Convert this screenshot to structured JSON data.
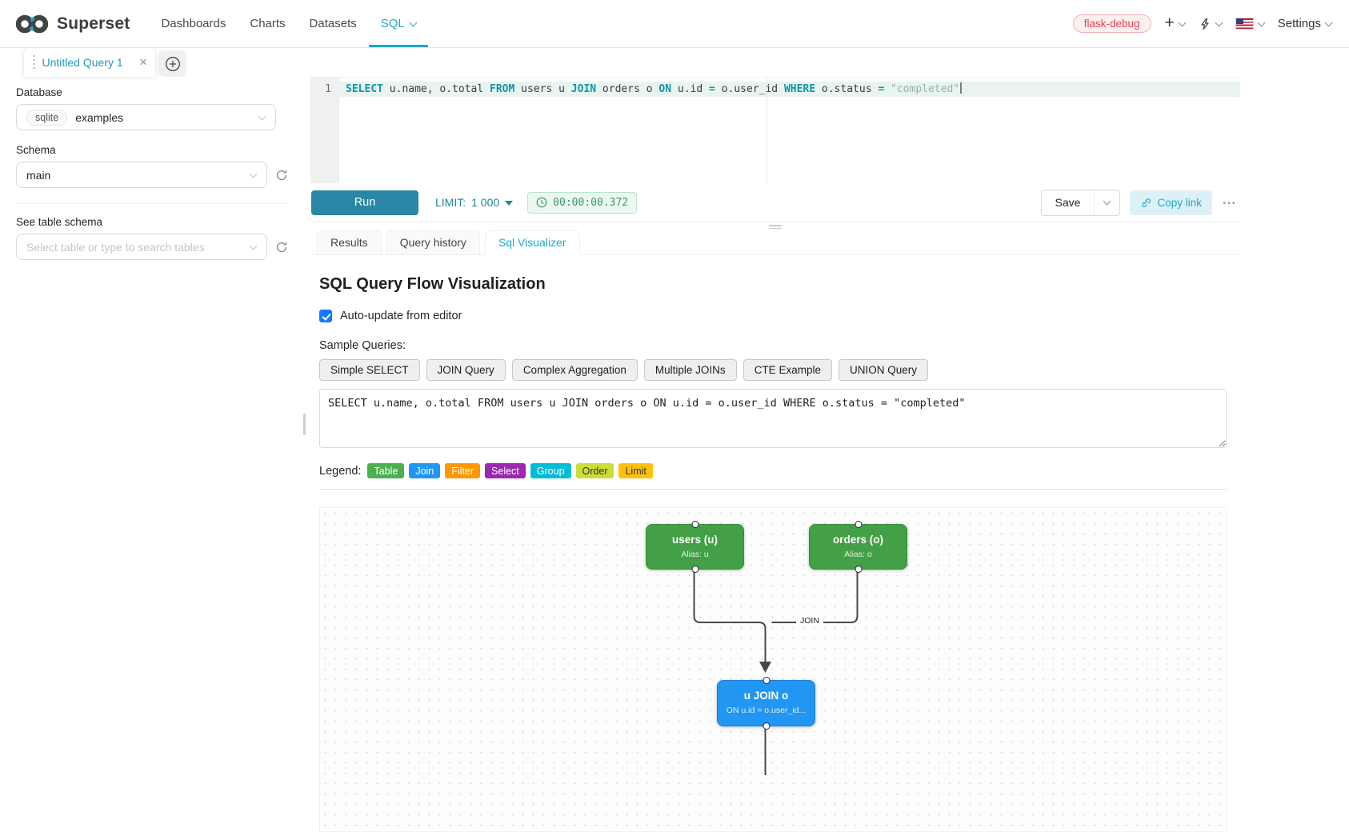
{
  "navbar": {
    "brand": "Superset",
    "items": [
      {
        "label": "Dashboards"
      },
      {
        "label": "Charts"
      },
      {
        "label": "Datasets"
      },
      {
        "label": "SQL",
        "active": true,
        "caret": true
      }
    ],
    "environment_badge": "flask-debug",
    "new_menu_label": "+",
    "settings_label": "Settings",
    "accent_color": "#20a7c9"
  },
  "query_tab": {
    "title": "Untitled Query 1"
  },
  "sidebar": {
    "database_label": "Database",
    "database_engine": "sqlite",
    "database_name": "examples",
    "schema_label": "Schema",
    "schema_value": "main",
    "table_section_label": "See table schema",
    "table_placeholder": "Select table or type to search tables"
  },
  "editor": {
    "line_number": "1",
    "tokens": [
      {
        "text": "SELECT",
        "type": "kw"
      },
      {
        "text": " u.name, o.total ",
        "type": "plain"
      },
      {
        "text": "FROM",
        "type": "kw"
      },
      {
        "text": " users u ",
        "type": "plain"
      },
      {
        "text": "JOIN",
        "type": "kw"
      },
      {
        "text": " orders o ",
        "type": "plain"
      },
      {
        "text": "ON",
        "type": "kw"
      },
      {
        "text": " u.id ",
        "type": "plain"
      },
      {
        "text": "=",
        "type": "op"
      },
      {
        "text": " o.user_id ",
        "type": "plain"
      },
      {
        "text": "WHERE",
        "type": "kw"
      },
      {
        "text": " o.status ",
        "type": "plain"
      },
      {
        "text": "=",
        "type": "op"
      },
      {
        "text": " ",
        "type": "plain"
      },
      {
        "text": "\"completed\"",
        "type": "str"
      }
    ]
  },
  "toolbar": {
    "run_label": "Run",
    "limit_label": "LIMIT:",
    "limit_value": "1 000",
    "elapsed_time": "00:00:00.372",
    "save_label": "Save",
    "copy_link_label": "Copy link",
    "more_label": "…"
  },
  "south_tabs": {
    "tabs": [
      {
        "label": "Results"
      },
      {
        "label": "Query history"
      },
      {
        "label": "Sql Visualizer",
        "active": true
      }
    ]
  },
  "visualizer": {
    "title": "SQL Query Flow Visualization",
    "auto_update_label": "Auto-update from editor",
    "auto_update_checked": true,
    "sample_queries_label": "Sample Queries:",
    "sample_buttons": [
      "Simple SELECT",
      "JOIN Query",
      "Complex Aggregation",
      "Multiple JOINs",
      "CTE Example",
      "UNION Query"
    ],
    "sql_input": "SELECT u.name, o.total FROM users u JOIN orders o ON u.id = o.user_id WHERE o.status = \"completed\"",
    "legend_label": "Legend:",
    "legend": [
      {
        "label": "Table",
        "color": "#4caf50",
        "text_color": "#ffffff"
      },
      {
        "label": "Join",
        "color": "#2196f3",
        "text_color": "#ffffff"
      },
      {
        "label": "Filter",
        "color": "#ff9800",
        "text_color": "#ffffff"
      },
      {
        "label": "Select",
        "color": "#9c27b0",
        "text_color": "#ffffff"
      },
      {
        "label": "Group",
        "color": "#00bcd4",
        "text_color": "#ffffff"
      },
      {
        "label": "Order",
        "color": "#cddc39",
        "text_color": "#333333"
      },
      {
        "label": "Limit",
        "color": "#ffc107",
        "text_color": "#333333"
      }
    ],
    "flow": {
      "nodes": [
        {
          "id": "users",
          "title": "users (u)",
          "subtitle": "Alias: u",
          "color": "#43a047"
        },
        {
          "id": "orders",
          "title": "orders (o)",
          "subtitle": "Alias: o",
          "color": "#43a047"
        },
        {
          "id": "join",
          "title": "u JOIN o",
          "subtitle": "ON u.id = o.user_id...",
          "color": "#2196f3"
        }
      ],
      "edge_label": "JOIN"
    }
  }
}
